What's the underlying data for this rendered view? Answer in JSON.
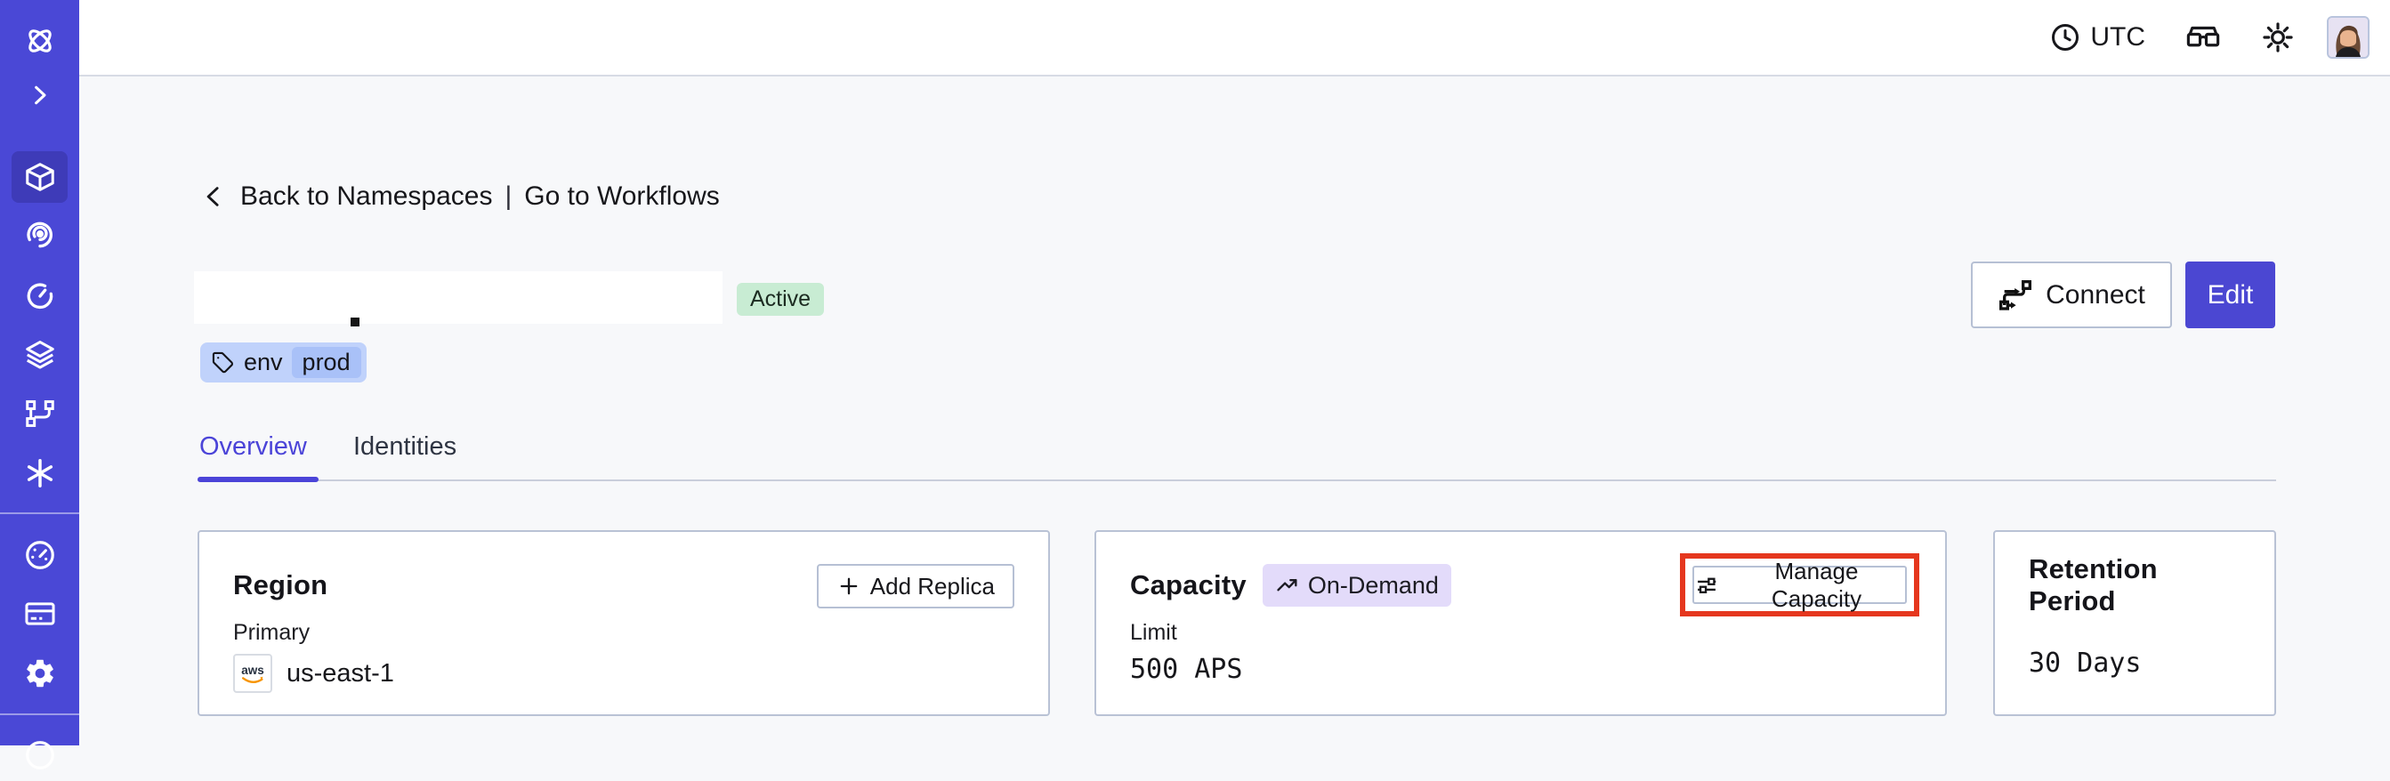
{
  "topbar": {
    "timezone": "UTC",
    "icons": [
      "clock-icon",
      "glasses-icon",
      "sun-icon",
      "avatar"
    ]
  },
  "sidebar": {
    "items": [
      "temporal-logo",
      "expand-chevron",
      "namespaces",
      "nexus",
      "schedules",
      "deployments",
      "workflows",
      "batch-operations",
      "usage",
      "billing",
      "settings",
      "support"
    ]
  },
  "breadcrumb": {
    "back": "Back to Namespaces",
    "separator": "|",
    "forward": "Go to Workflows"
  },
  "namespace": {
    "status": "Active",
    "tag": {
      "key": "env",
      "value": "prod"
    },
    "actions": {
      "connect": "Connect",
      "edit": "Edit"
    }
  },
  "tabs": [
    {
      "label": "Overview",
      "active": true
    },
    {
      "label": "Identities",
      "active": false
    }
  ],
  "cards": {
    "region": {
      "title": "Region",
      "action": "Add Replica",
      "label": "Primary",
      "provider": "aws",
      "value": "us-east-1"
    },
    "capacity": {
      "title": "Capacity",
      "badge": "On-Demand",
      "action": "Manage Capacity",
      "label": "Limit",
      "value": "500 APS"
    },
    "retention": {
      "title": "Retention Period",
      "value": "30 Days"
    }
  },
  "colors": {
    "accent": "#4b47d2",
    "sidebar": "#4a48d6",
    "annotation_red": "#e5371e",
    "status_bg": "#c8ecd3",
    "tag_bg": "#c0d2fb",
    "tag_chip_bg": "#a9c1f8",
    "ondemand_bg": "#e3dbfa"
  }
}
